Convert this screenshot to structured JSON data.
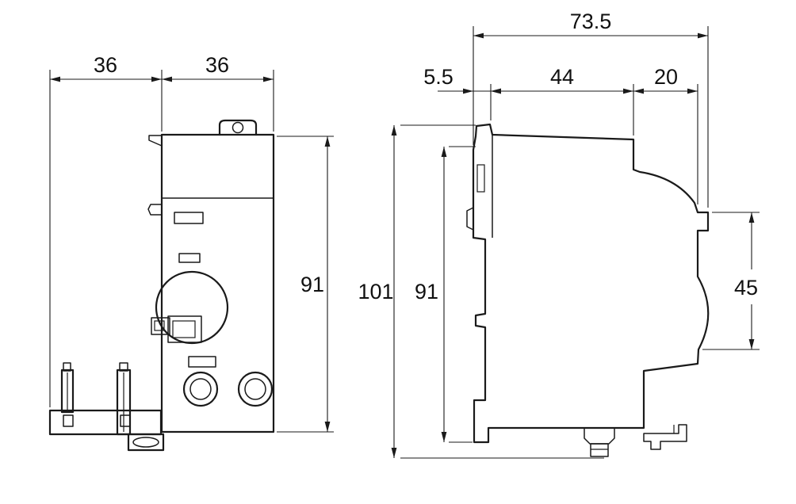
{
  "drawing": {
    "front_view": {
      "width_left_mm": "36",
      "width_right_mm": "36",
      "height_mm": "91"
    },
    "side_view": {
      "overall_width_mm": "73.5",
      "clip_depth_mm": "5.5",
      "body_depth_mm": "44",
      "front_depth_mm": "20",
      "overall_height_mm": "101",
      "body_height_mm": "91",
      "front_face_height_mm": "45"
    }
  }
}
